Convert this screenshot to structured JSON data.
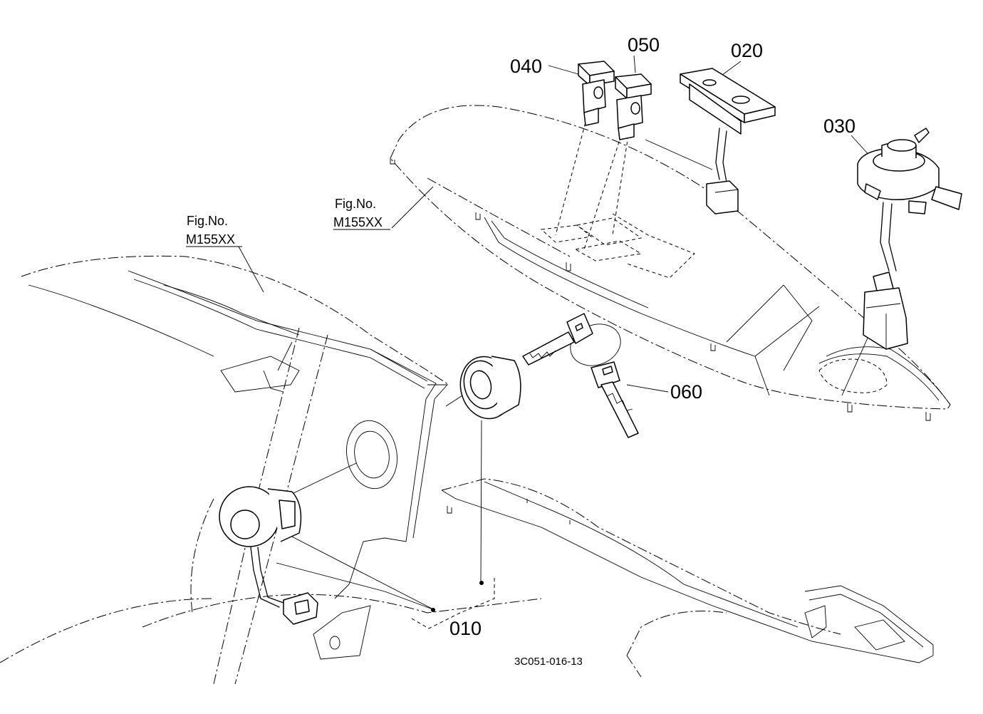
{
  "figure_refs": [
    {
      "line1": "Fig.No.",
      "line2": "M155XX"
    },
    {
      "line1": "Fig.No.",
      "line2": "M155XX"
    }
  ],
  "callouts": {
    "c040": "040",
    "c050": "050",
    "c020": "020",
    "c030": "030",
    "c060": "060",
    "c010": "010"
  },
  "drawing_code": "3C051-016-13"
}
